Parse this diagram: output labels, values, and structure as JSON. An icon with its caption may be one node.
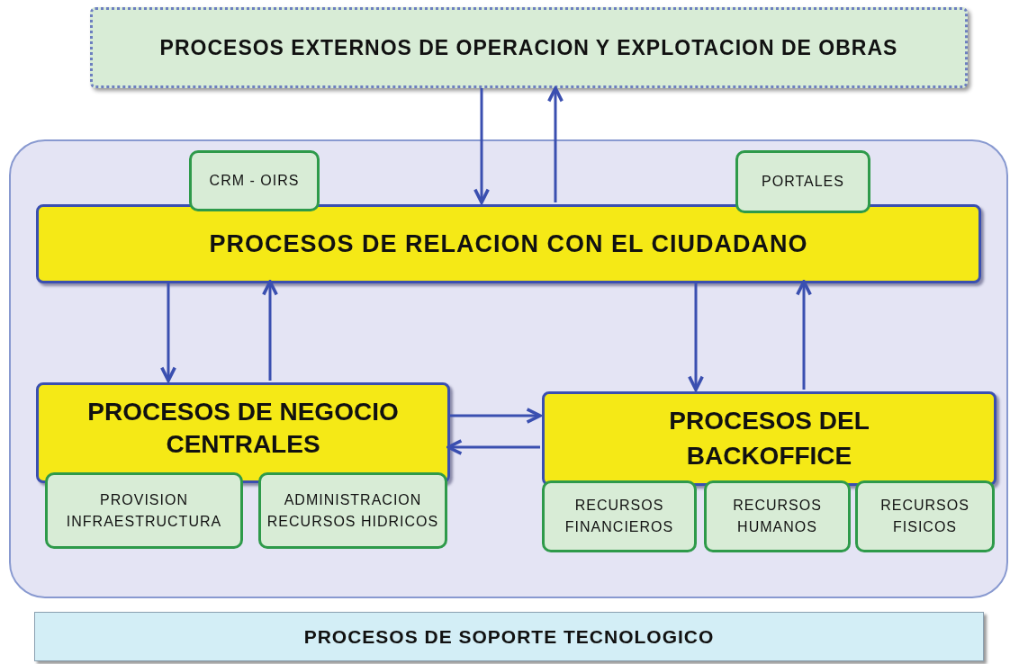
{
  "diagram": {
    "nodes": [
      {
        "text": [
          "PROCESOS EXTERNOS DE OPERACION Y EXPLOTACION DE OBRAS"
        ]
      },
      {
        "text": [],
        "shape": "box"
      },
      {
        "text": [
          "CRM - OIRS"
        ],
        "in": 1
      },
      {
        "text": [
          "PORTALES"
        ],
        "in": 1
      },
      {
        "text": [
          "PROCESOS DE RELACION CON EL CIUDADANO"
        ],
        "in": 1
      },
      {
        "text": [
          "PROCESOS DE NEGOCIO CENTRALES"
        ],
        "in": 1
      },
      {
        "text": [
          "PROVISION INFRAESTRUCTURA"
        ],
        "in": 1
      },
      {
        "text": [
          "ADMINISTRACION RECURSOS HIDRICOS"
        ],
        "in": 1
      },
      {
        "text": [
          "PROCESOS DEL BACKOFFICE"
        ],
        "in": 1
      },
      {
        "text": [
          "RECURSOS FINANCIEROS"
        ],
        "in": 1
      },
      {
        "text": [
          "RECURSOS HUMANOS"
        ],
        "in": 1
      },
      {
        "text": [
          "RECURSOS FISICOS"
        ],
        "in": 1
      },
      {
        "text": [
          "PROCESOS DE SOPORTE TECNOLOGICO"
        ]
      }
    ],
    "edges": [
      {
        "from": 0,
        "to": 4,
        "arrow": "to"
      },
      {
        "from": 4,
        "to": 0,
        "arrow": "to"
      },
      {
        "from": 4,
        "to": 5,
        "arrow": "to"
      },
      {
        "from": 5,
        "to": 4,
        "arrow": "to"
      },
      {
        "from": 4,
        "to": 8,
        "arrow": "to"
      },
      {
        "from": 8,
        "to": 4,
        "arrow": "to"
      },
      {
        "from": 5,
        "to": 8,
        "arrow": "to"
      },
      {
        "from": 8,
        "to": 5,
        "arrow": "to"
      }
    ]
  }
}
